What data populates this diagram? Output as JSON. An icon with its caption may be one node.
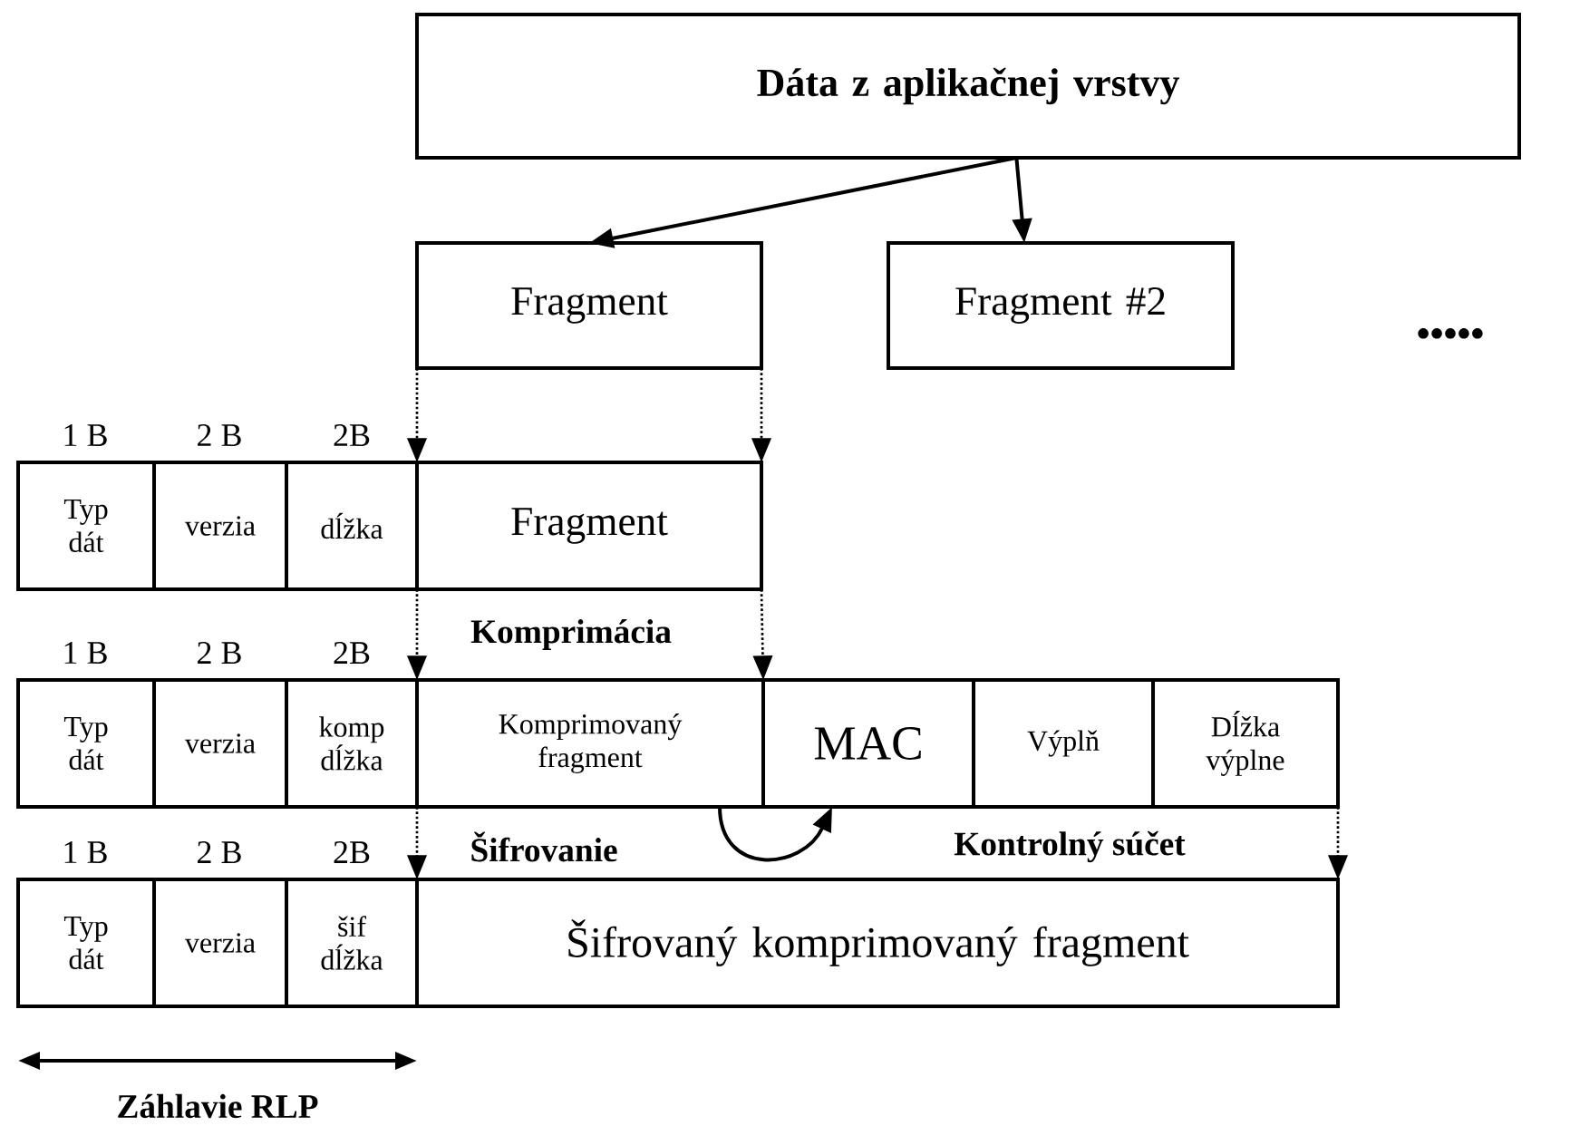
{
  "diagram": {
    "nodes": [
      {
        "text": [
          "Dáta z aplikačnej vrstvy"
        ]
      },
      {
        "text": [
          "Fragment"
        ]
      },
      {
        "text": [
          "Fragment #2"
        ]
      },
      {
        "text": [
          "Typ dát"
        ]
      },
      {
        "text": [
          "verzia"
        ]
      },
      {
        "text": [
          "dĺžka"
        ]
      },
      {
        "text": [
          "Fragment"
        ]
      },
      {
        "text": [
          "Typ dát"
        ]
      },
      {
        "text": [
          "verzia"
        ]
      },
      {
        "text": [
          "komp dĺžka"
        ]
      },
      {
        "text": [
          "Komprimovaný fragment"
        ]
      },
      {
        "text": [
          "MAC"
        ]
      },
      {
        "text": [
          "Výplň"
        ]
      },
      {
        "text": [
          "Dĺžka výplne"
        ]
      },
      {
        "text": [
          "Typ dát"
        ]
      },
      {
        "text": [
          "verzia"
        ]
      },
      {
        "text": [
          "šif dĺžka"
        ]
      },
      {
        "text": [
          "Šifrovaný komprimovaný fragment"
        ]
      }
    ],
    "edges": [
      {
        "from": 0,
        "to": 1,
        "arrow": "to"
      },
      {
        "from": 0,
        "to": 2,
        "arrow": "to"
      },
      {
        "from": 1,
        "to": 6,
        "arrow": "to",
        "style": "dashed"
      },
      {
        "from": 1,
        "to": 6,
        "arrow": "to",
        "style": "dashed"
      },
      {
        "from": 6,
        "to": 10,
        "arrow": "to",
        "style": "dashed"
      },
      {
        "from": 6,
        "to": 10,
        "arrow": "to",
        "style": "dashed"
      },
      {
        "from": 10,
        "to": 17,
        "arrow": "to",
        "style": "dashed"
      },
      {
        "from": 13,
        "to": 17,
        "arrow": "to",
        "style": "dashed"
      },
      {
        "from": 10,
        "to": 11,
        "arrow": "to"
      }
    ],
    "labels": [
      "•••••",
      "1 B",
      "2 B",
      "2B",
      "1 B",
      "2 B",
      "2B",
      "Komprimácia",
      "Šifrovanie",
      "Kontrolný súčet",
      "1 B",
      "2 B",
      "2B",
      "Záhlavie RLP"
    ]
  }
}
